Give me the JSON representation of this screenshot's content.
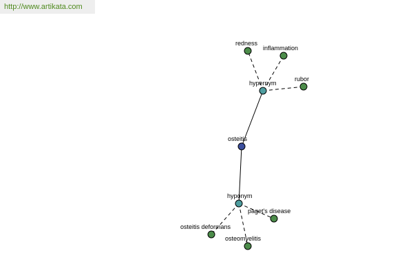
{
  "header": {
    "url": "http://www.artikata.com"
  },
  "colors": {
    "center": "#3c4f9e",
    "relation": "#4f9ea0",
    "leaf": "#4c8c4a",
    "link": "#4f8a1e",
    "url_bg": "#eeeeee"
  },
  "graph": {
    "nodes": [
      {
        "id": "osteitis",
        "label": "osteitis",
        "kind": "center"
      },
      {
        "id": "hypernym",
        "label": "hypernym",
        "kind": "relation"
      },
      {
        "id": "hyponym",
        "label": "hyponym",
        "kind": "relation"
      },
      {
        "id": "redness",
        "label": "redness",
        "kind": "leaf"
      },
      {
        "id": "inflammation",
        "label": "inflammation",
        "kind": "leaf"
      },
      {
        "id": "rubor",
        "label": "rubor",
        "kind": "leaf"
      },
      {
        "id": "pagets-disease",
        "label": "paget's disease",
        "kind": "leaf"
      },
      {
        "id": "osteitis-deformans",
        "label": "osteitis deformans",
        "kind": "leaf"
      },
      {
        "id": "osteomyelitis",
        "label": "osteomyelitis",
        "kind": "leaf"
      }
    ],
    "edges": [
      {
        "from": "osteitis",
        "to": "hypernym",
        "style": "solid"
      },
      {
        "from": "osteitis",
        "to": "hyponym",
        "style": "solid"
      },
      {
        "from": "hypernym",
        "to": "redness",
        "style": "dashed"
      },
      {
        "from": "hypernym",
        "to": "inflammation",
        "style": "dashed"
      },
      {
        "from": "hypernym",
        "to": "rubor",
        "style": "dashed"
      },
      {
        "from": "hyponym",
        "to": "pagets-disease",
        "style": "dashed"
      },
      {
        "from": "hyponym",
        "to": "osteitis-deformans",
        "style": "dashed"
      },
      {
        "from": "hyponym",
        "to": "osteomyelitis",
        "style": "dashed"
      }
    ]
  }
}
